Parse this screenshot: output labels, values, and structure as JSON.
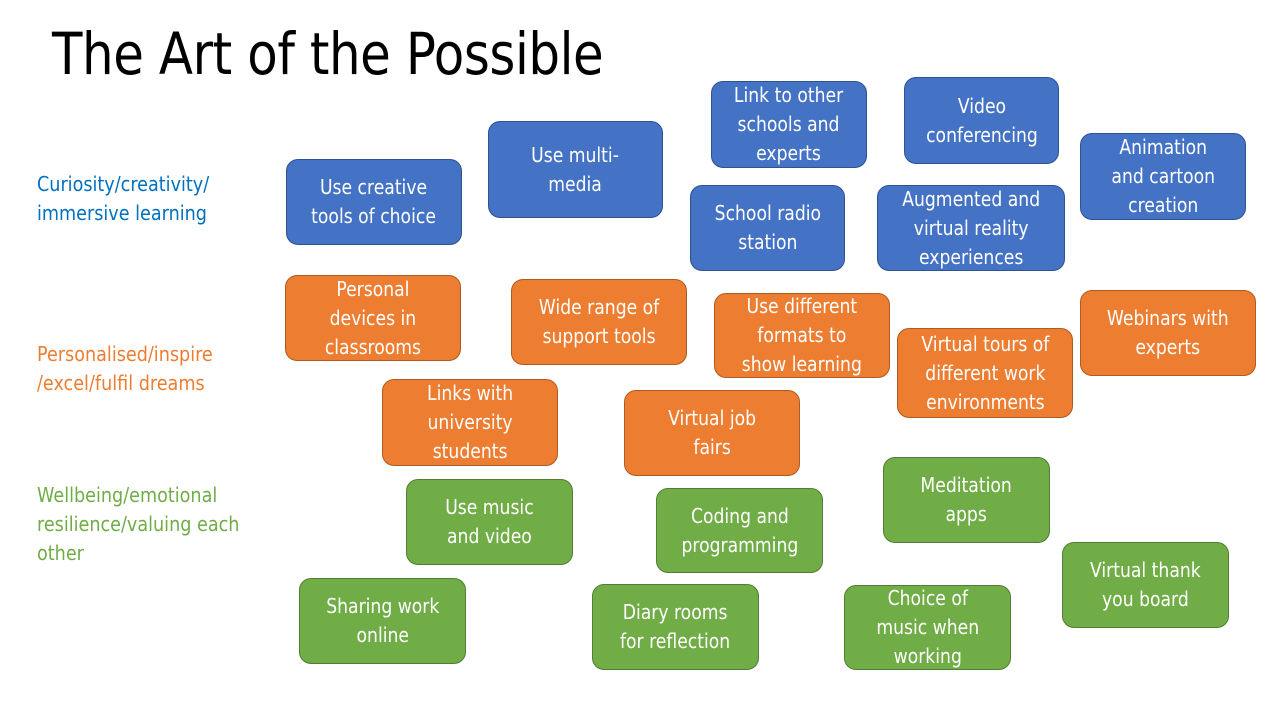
{
  "slide": {
    "title": "The Art of the Possible"
  },
  "colors": {
    "blue": "#4472C4",
    "orange": "#ED7D31",
    "green": "#70AD47",
    "blue_label": "#0070C0"
  },
  "categories": [
    {
      "label": "Curiosity/creativity/\nimmersive learning",
      "color": "#0070C0"
    },
    {
      "label": "Personalised/inspire\n/excel/fulfil dreams",
      "color": "#ED7D31"
    },
    {
      "label": "Wellbeing/emotional\nresilience/valuing each\nother",
      "color": "#70AD47"
    }
  ],
  "cards": {
    "blue": [
      {
        "text": "Use creative\ntools of choice"
      },
      {
        "text": "Use multi-\nmedia"
      },
      {
        "text": "Link to other\nschools and\nexperts"
      },
      {
        "text": "School radio\nstation"
      },
      {
        "text": "Video\nconferencing"
      },
      {
        "text": "Augmented and\nvirtual reality\nexperiences"
      },
      {
        "text": "Animation\nand cartoon\ncreation"
      }
    ],
    "orange": [
      {
        "text": "Personal\ndevices in\nclassrooms"
      },
      {
        "text": "Wide range of\nsupport tools"
      },
      {
        "text": "Use different\nformats to\nshow learning"
      },
      {
        "text": "Virtual tours of\ndifferent work\nenvironments"
      },
      {
        "text": "Webinars with\nexperts"
      },
      {
        "text": "Links with\nuniversity\nstudents"
      },
      {
        "text": "Virtual job\nfairs"
      }
    ],
    "green": [
      {
        "text": "Use music\nand video"
      },
      {
        "text": "Coding and\nprogramming"
      },
      {
        "text": "Meditation\napps"
      },
      {
        "text": "Sharing work\nonline"
      },
      {
        "text": "Diary rooms\nfor reflection"
      },
      {
        "text": "Choice of\nmusic when\nworking"
      },
      {
        "text": "Virtual thank\nyou board"
      }
    ]
  }
}
